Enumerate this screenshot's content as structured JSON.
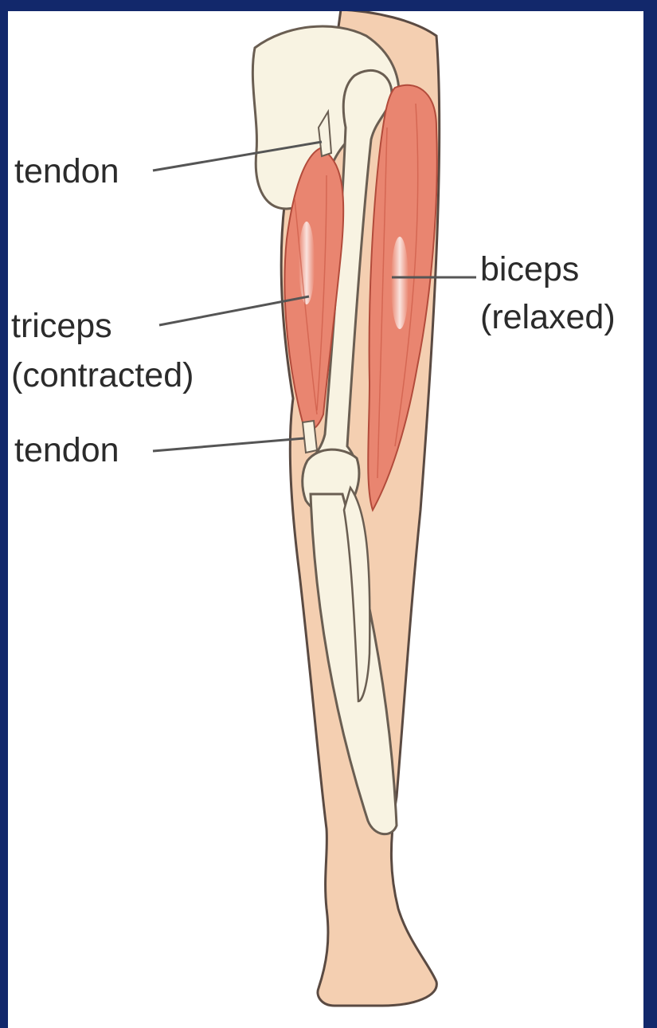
{
  "labels": {
    "tendon_upper": "tendon",
    "triceps_name": "triceps",
    "triceps_state": "(contracted)",
    "tendon_lower": "tendon",
    "biceps_name": "biceps",
    "biceps_state": "(relaxed)"
  },
  "colors": {
    "frame": "#12286b",
    "skin": "#f4cfb1",
    "skin_outline": "#5a4a42",
    "bone": "#f8f3e2",
    "muscle": "#e98570",
    "muscle_dark": "#d8604c",
    "leader_line": "#555555",
    "label_text": "#2b2b2b"
  },
  "icons": {
    "frame": "frame-border",
    "figure": "leg-anatomy-illustration"
  }
}
